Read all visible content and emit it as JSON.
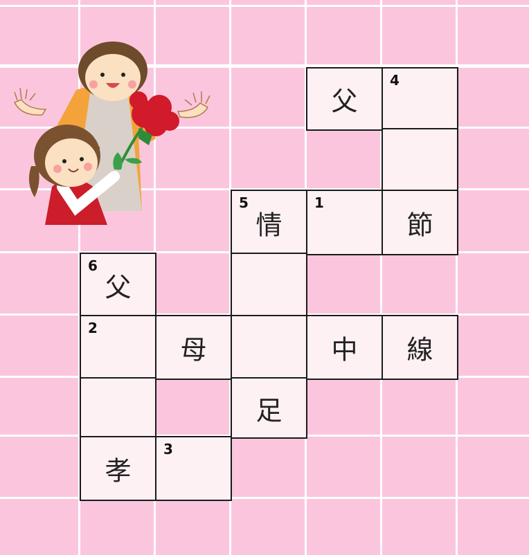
{
  "puzzle": {
    "cells": [
      {
        "row": 1,
        "col": 4,
        "number": "",
        "char": "父"
      },
      {
        "row": 1,
        "col": 5,
        "number": "4",
        "char": ""
      },
      {
        "row": 2,
        "col": 5,
        "number": "",
        "char": ""
      },
      {
        "row": 3,
        "col": 3,
        "number": "5",
        "char": "情"
      },
      {
        "row": 3,
        "col": 4,
        "number": "1",
        "char": ""
      },
      {
        "row": 3,
        "col": 5,
        "number": "",
        "char": "節"
      },
      {
        "row": 4,
        "col": 1,
        "number": "6",
        "char": "父"
      },
      {
        "row": 4,
        "col": 3,
        "number": "",
        "char": ""
      },
      {
        "row": 5,
        "col": 1,
        "number": "2",
        "char": ""
      },
      {
        "row": 5,
        "col": 2,
        "number": "",
        "char": "母"
      },
      {
        "row": 5,
        "col": 3,
        "number": "",
        "char": ""
      },
      {
        "row": 5,
        "col": 4,
        "number": "",
        "char": "中"
      },
      {
        "row": 5,
        "col": 5,
        "number": "",
        "char": "線"
      },
      {
        "row": 6,
        "col": 1,
        "number": "",
        "char": ""
      },
      {
        "row": 6,
        "col": 3,
        "number": "",
        "char": "足"
      },
      {
        "row": 7,
        "col": 1,
        "number": "",
        "char": "孝"
      },
      {
        "row": 7,
        "col": 2,
        "number": "3",
        "char": ""
      }
    ]
  },
  "colors": {
    "background": "#fbc6dd",
    "cell": "#fdf1f3",
    "border": "#1a1a1a"
  },
  "illustration": {
    "icon": "mother-and-daughter-with-carnation"
  }
}
